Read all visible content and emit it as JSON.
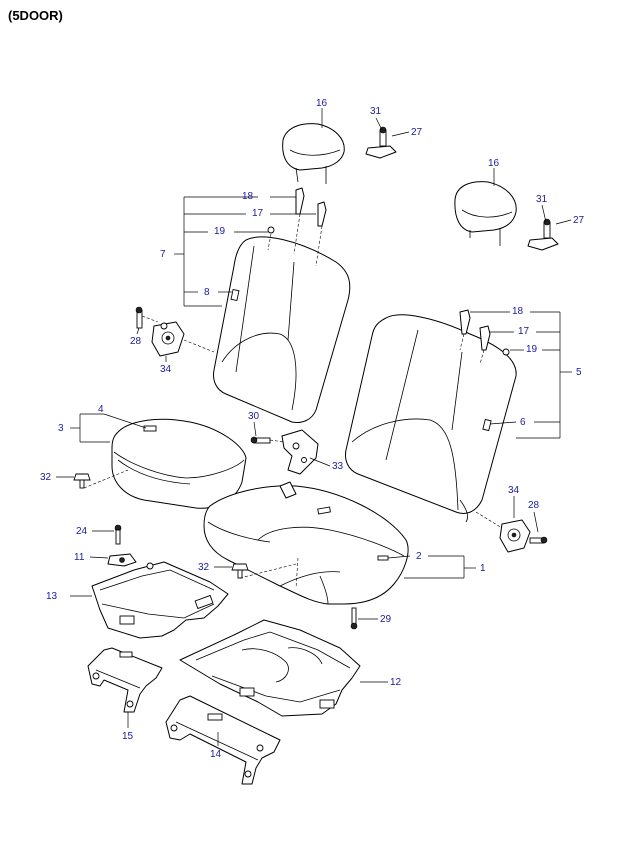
{
  "header": {
    "title": "(5DOOR)"
  },
  "callouts": {
    "c16a": "16",
    "c31a": "31",
    "c27a": "27",
    "c16b": "16",
    "c31b": "31",
    "c27b": "27",
    "c18a": "18",
    "c17a": "17",
    "c19a": "19",
    "c7": "7",
    "c8": "8",
    "c28a": "28",
    "c34a": "34",
    "c18b": "18",
    "c17b": "17",
    "c19b": "19",
    "c5": "5",
    "c6": "6",
    "c3": "3",
    "c4": "4",
    "c30": "30",
    "c32a": "32",
    "c33": "33",
    "c34b": "34",
    "c28b": "28",
    "c24": "24",
    "c11": "11",
    "c32b": "32",
    "c2": "2",
    "c1": "1",
    "c13": "13",
    "c29": "29",
    "c12": "12",
    "c15": "15",
    "c14": "14"
  }
}
